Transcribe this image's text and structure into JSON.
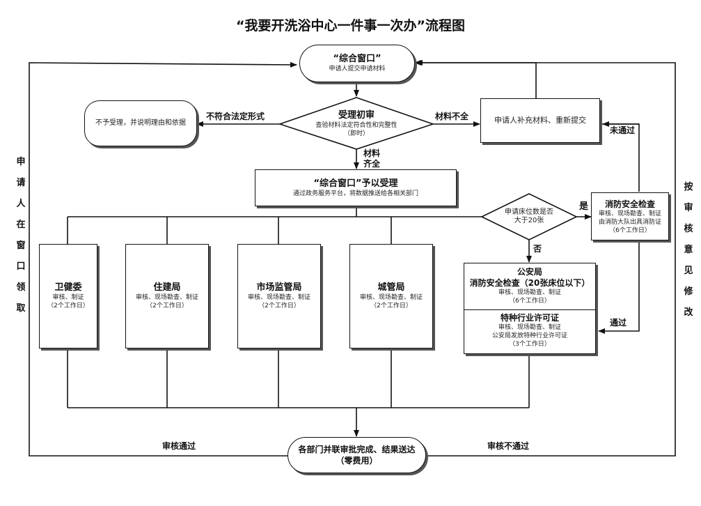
{
  "title": "“我要开洗浴中心一件事一次办”流程图",
  "nodes": {
    "window_start": {
      "title": "“综合窗口”",
      "sub": "申请人提交申请材料"
    },
    "reject": {
      "text": "不予受理，并说明理由和依据"
    },
    "review": {
      "title": "受理初审",
      "sub1": "查验材料法定符合性和完整性",
      "sub2": "（即时）"
    },
    "supplement": {
      "text": "申请人补充材料、重新提交"
    },
    "accept": {
      "title": "“综合窗口”予以受理",
      "sub": "通过政务服务平台，将数据推送给各相关部门"
    },
    "bed_check": {
      "line1": "申请床位数是否",
      "line2": "大于20张"
    },
    "fire_big": {
      "title": "消防安全检查",
      "sub1": "审核、现场勘查、制证",
      "sub2": "由消防大队出具消防证",
      "sub3": "（6个工作日）"
    },
    "health": {
      "title": "卫健委",
      "sub1": "审核、制证",
      "sub2": "（2个工作日）"
    },
    "housing": {
      "title": "住建局",
      "sub1": "审核、现场勘查、制证",
      "sub2": "（2个工作日）"
    },
    "market": {
      "title": "市场监管局",
      "sub1": "审核、现场勘查、制证",
      "sub2": "（2个工作日）"
    },
    "urban": {
      "title": "城管局",
      "sub1": "审核、现场勘查、制证",
      "sub2": "（2个工作日）"
    },
    "police": {
      "title1": "公安局",
      "title2": "消防安全检查（20张床位以下）",
      "sub1": "审核、现场勘查、制证",
      "sub2": "（6个工作日）",
      "title3": "特种行业许可证",
      "sub3": "审核、现场勘查、制证",
      "sub4": "公安局发放特种行业许可证",
      "sub5": "（3个工作日）"
    },
    "final": {
      "line1": "各部门并联审批完成、结果送达",
      "line2": "（零费用）"
    }
  },
  "labels": {
    "not_legal": "不符合法定形式",
    "incomplete": "材料不全",
    "complete1": "材料",
    "complete2": "齐全",
    "yes": "是",
    "no": "否",
    "not_pass": "未通过",
    "pass": "通过",
    "approved": "审核通过",
    "rejected": "审核不通过"
  },
  "side_left": [
    "申",
    "请",
    "人",
    "在",
    "窗",
    "口",
    "领",
    "取"
  ],
  "side_right": [
    "按",
    "审",
    "核",
    "意",
    "见",
    "修",
    "改"
  ]
}
